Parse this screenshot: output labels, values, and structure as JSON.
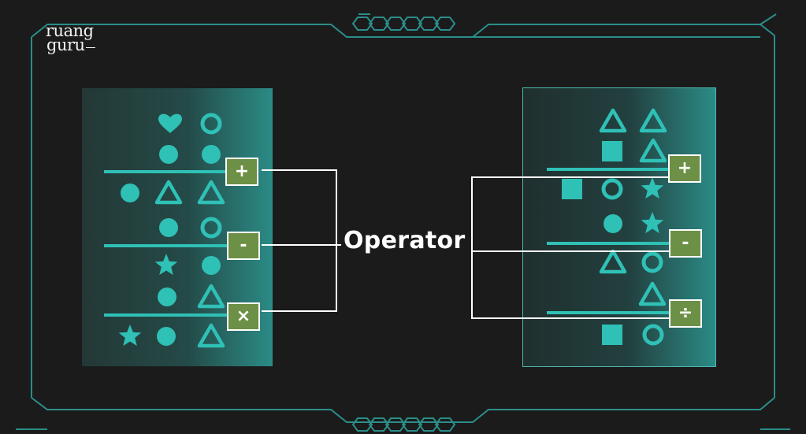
{
  "logo": {
    "line1": "ruang",
    "line2": "guru"
  },
  "center_label": "Operator",
  "colors": {
    "shape": "#2fc0b6",
    "operator_fill": "#6c9045",
    "frame": "#2b8e8a",
    "background": "#1b1b1b"
  },
  "left_panel": {
    "rows": [
      {
        "shapes": [
          "heart-icon",
          "ring-icon"
        ]
      },
      {
        "shapes": [
          "circle-icon",
          "circle-icon"
        ],
        "operator": "+"
      },
      {
        "shapes": [
          "circle-icon",
          "triangle-icon",
          "triangle-icon"
        ]
      },
      {
        "shapes": [
          "circle-icon",
          "ring-icon"
        ],
        "operator": "-"
      },
      {
        "shapes": [
          "star-icon",
          "circle-icon"
        ]
      },
      {
        "shapes": [
          "circle-icon",
          "triangle-icon"
        ],
        "operator": "×"
      },
      {
        "shapes": [
          "star-icon",
          "circle-icon",
          "triangle-icon"
        ]
      }
    ]
  },
  "right_panel": {
    "rows": [
      {
        "shapes": [
          "triangle-icon",
          "triangle-icon"
        ]
      },
      {
        "shapes": [
          "square-icon",
          "triangle-icon"
        ],
        "operator": "+"
      },
      {
        "shapes": [
          "square-icon",
          "ring-icon",
          "star-icon"
        ]
      },
      {
        "shapes": [
          "circle-icon",
          "star-icon"
        ],
        "operator": "-"
      },
      {
        "shapes": [
          "triangle-icon",
          "ring-icon"
        ]
      },
      {
        "shapes": [
          "triangle-icon"
        ],
        "operator": "÷"
      },
      {
        "shapes": [
          "square-icon",
          "ring-icon"
        ]
      }
    ]
  }
}
